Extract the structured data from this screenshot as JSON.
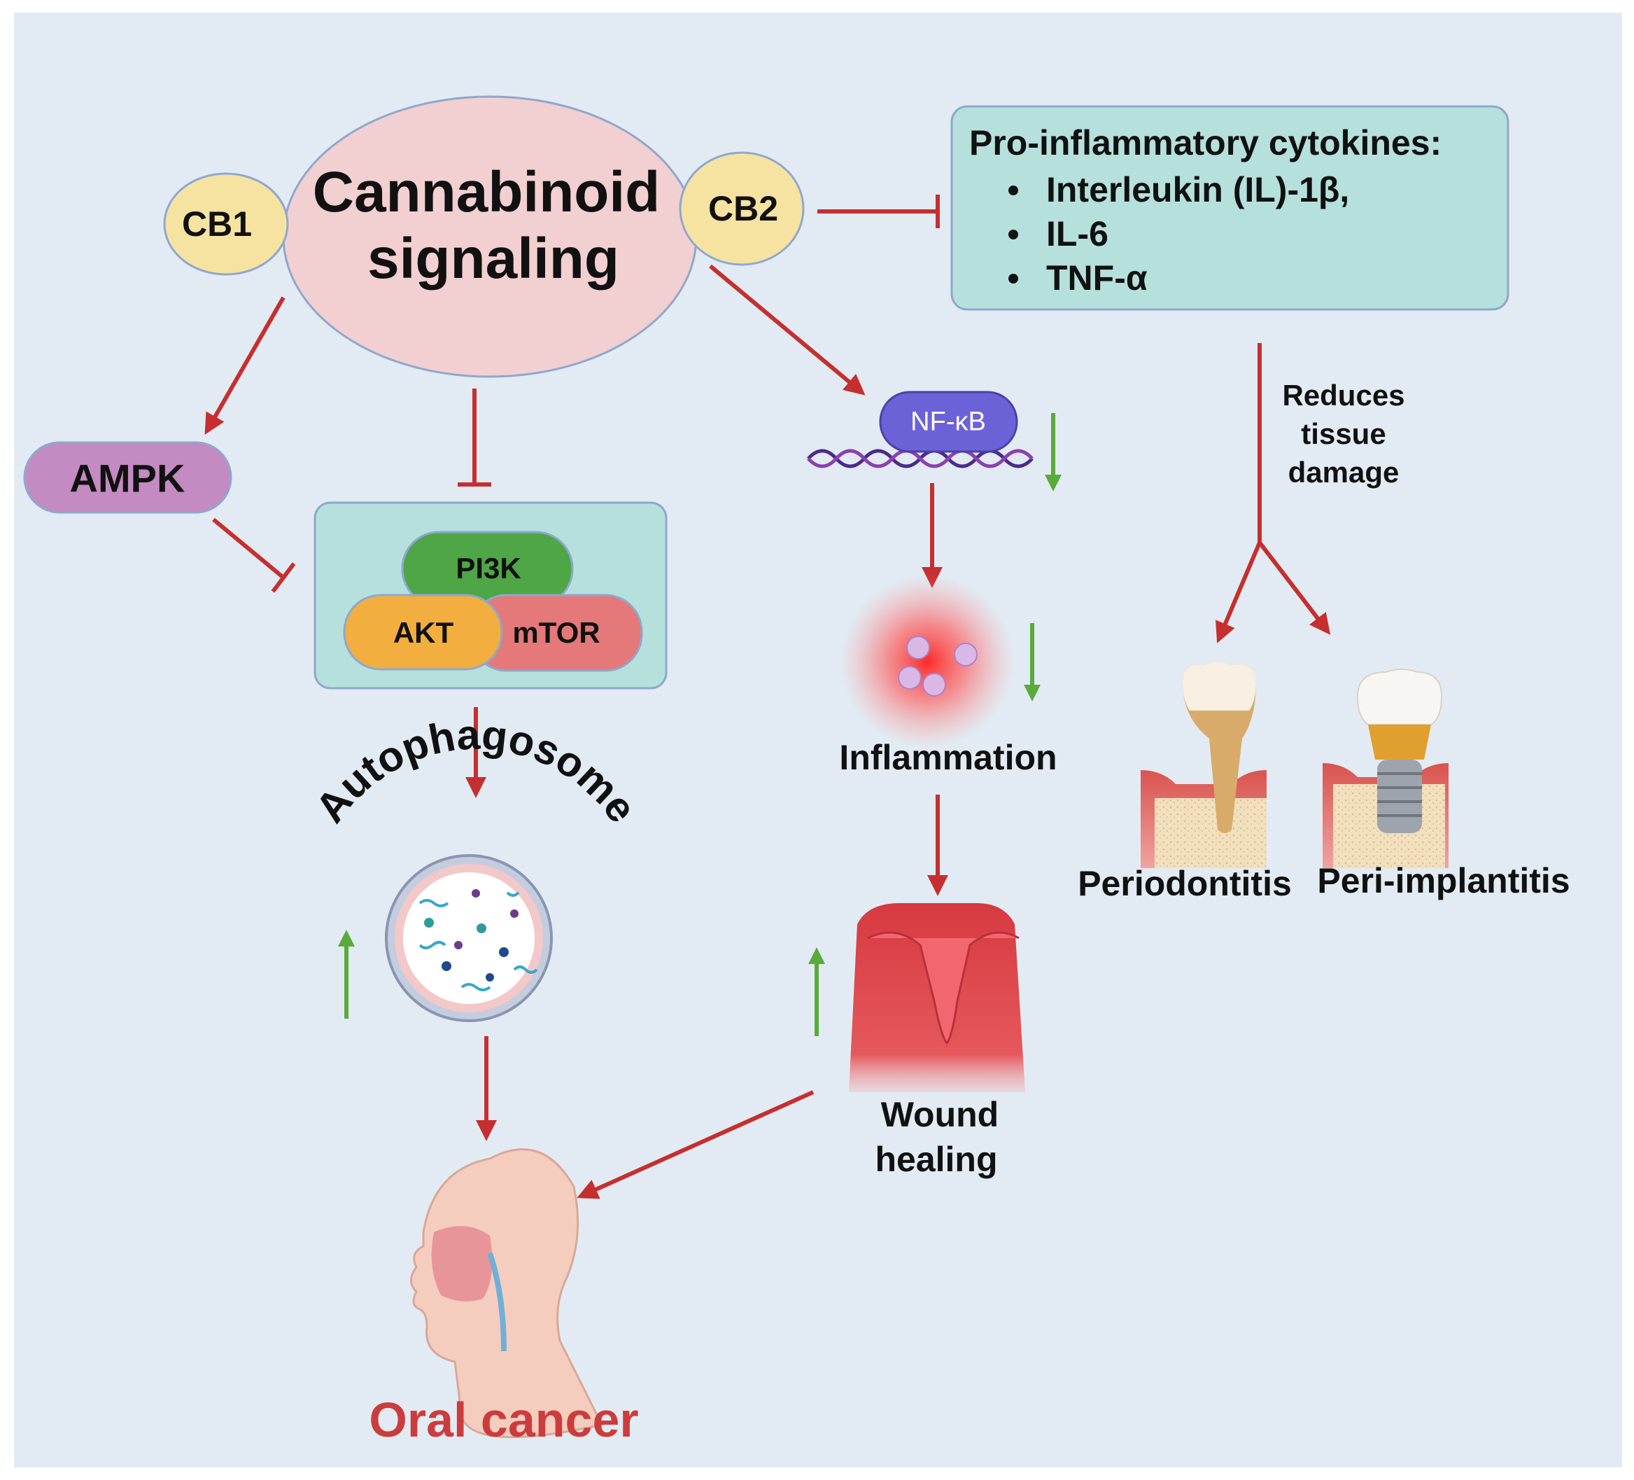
{
  "hub": {
    "title_line1": "Cannabinoid",
    "title_line2": "signaling"
  },
  "receptors": {
    "cb1": "CB1",
    "cb2": "CB2"
  },
  "ampk": "AMPK",
  "pathway_complex": {
    "pi3k": "PI3K",
    "akt": "AKT",
    "mtor": "mTOR"
  },
  "autophagosome": "Autophagosome",
  "oral_cancer": "Oral cancer",
  "nfkb": "NF-κB",
  "inflammation": "Inflammation",
  "wound_healing": {
    "line1": "Wound",
    "line2": "healing"
  },
  "cytokines": {
    "heading": "Pro-inflammatory cytokines:",
    "items": [
      "Interleukin (IL)-1β,",
      "IL-6",
      "TNF-α"
    ]
  },
  "reduces": {
    "line1": "Reduces",
    "line2": "tissue",
    "line3": "damage"
  },
  "outcomes": {
    "periodontitis": "Periodontitis",
    "peri_implantitis": "Peri-implantitis"
  },
  "colors": {
    "background": "#e2ebf3",
    "arrow_red": "#c62f2f",
    "arrow_green": "#5aaa3c",
    "hub_fill": "#f2cfd0",
    "receptor_fill": "#f6e3a2",
    "ampk_fill": "#c48ac2",
    "box_fill": "#b5e0dc",
    "pi3k_fill": "#4ea646",
    "akt_fill": "#f2ae3e",
    "mtor_fill": "#e57878",
    "nfkb_fill": "#6c62d8",
    "oral_cancer_text": "#cc3c3c"
  }
}
